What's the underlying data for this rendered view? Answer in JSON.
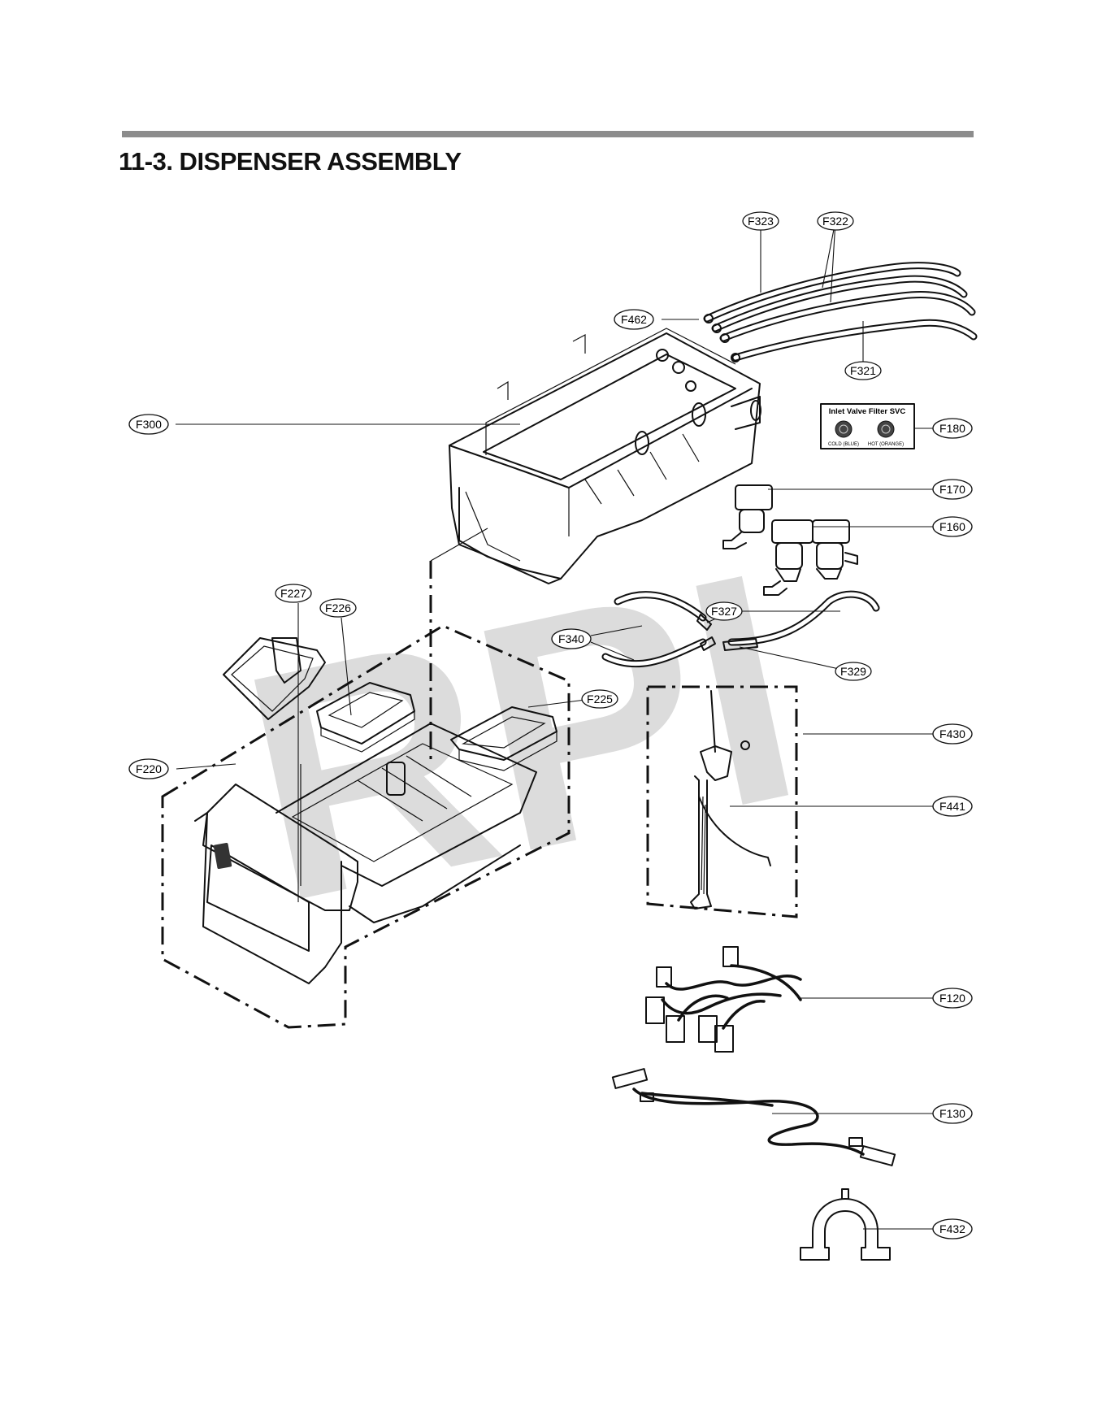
{
  "section_title": "11-3.  DISPENSER ASSEMBLY",
  "watermark": "RPI",
  "filter_box": {
    "title": "Inlet Valve Filter SVC",
    "left_label": "COLD (BLUE)",
    "right_label": "HOT (ORANGE)"
  },
  "callouts": [
    {
      "id": "F323",
      "label": "F323"
    },
    {
      "id": "F322",
      "label": "F322"
    },
    {
      "id": "F462",
      "label": "F462"
    },
    {
      "id": "F321",
      "label": "F321"
    },
    {
      "id": "F300",
      "label": "F300"
    },
    {
      "id": "F180",
      "label": "F180"
    },
    {
      "id": "F170",
      "label": "F170"
    },
    {
      "id": "F160",
      "label": "F160"
    },
    {
      "id": "F227",
      "label": "F227"
    },
    {
      "id": "F226",
      "label": "F226"
    },
    {
      "id": "F327",
      "label": "F327"
    },
    {
      "id": "F340",
      "label": "F340"
    },
    {
      "id": "F329",
      "label": "F329"
    },
    {
      "id": "F225",
      "label": "F225"
    },
    {
      "id": "F220",
      "label": "F220"
    },
    {
      "id": "F430",
      "label": "F430"
    },
    {
      "id": "F441",
      "label": "F441"
    },
    {
      "id": "F120",
      "label": "F120"
    },
    {
      "id": "F130",
      "label": "F130"
    },
    {
      "id": "F432",
      "label": "F432"
    }
  ]
}
